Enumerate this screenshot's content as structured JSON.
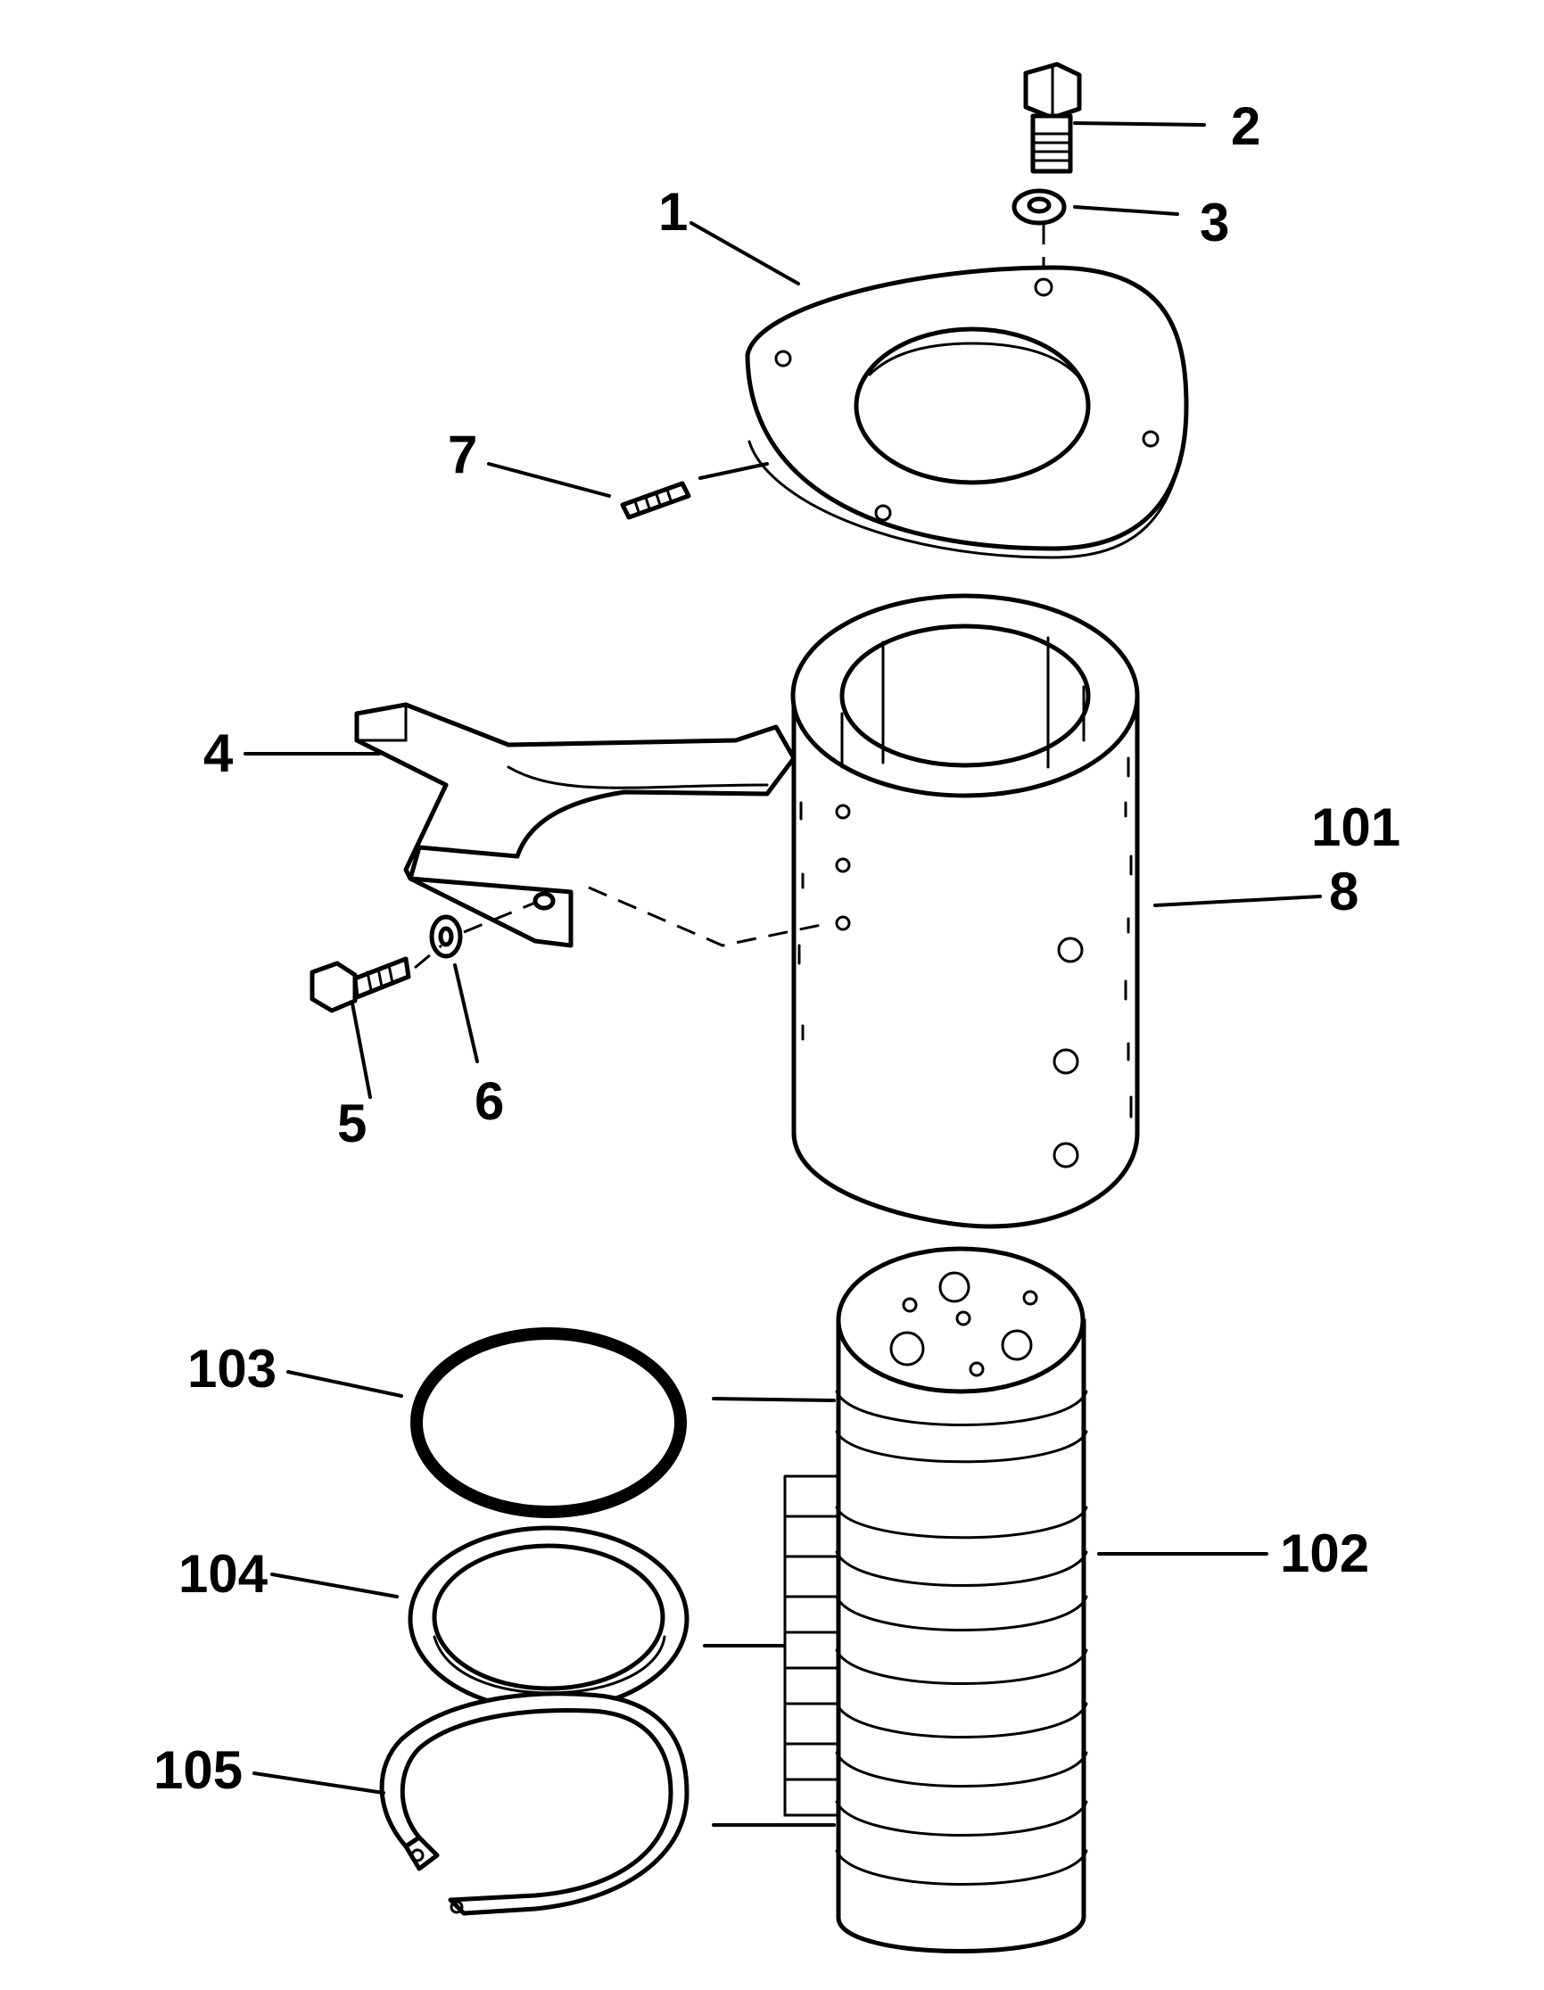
{
  "diagram": {
    "labels": {
      "p1": "1",
      "p2": "2",
      "p3": "3",
      "p4": "4",
      "p5": "5",
      "p6": "6",
      "p7": "7",
      "p8": "8",
      "p101": "101",
      "p102": "102",
      "p103": "103",
      "p104": "104",
      "p105": "105"
    },
    "colors": {
      "ink": "#000000",
      "paper": "#ffffff"
    }
  }
}
